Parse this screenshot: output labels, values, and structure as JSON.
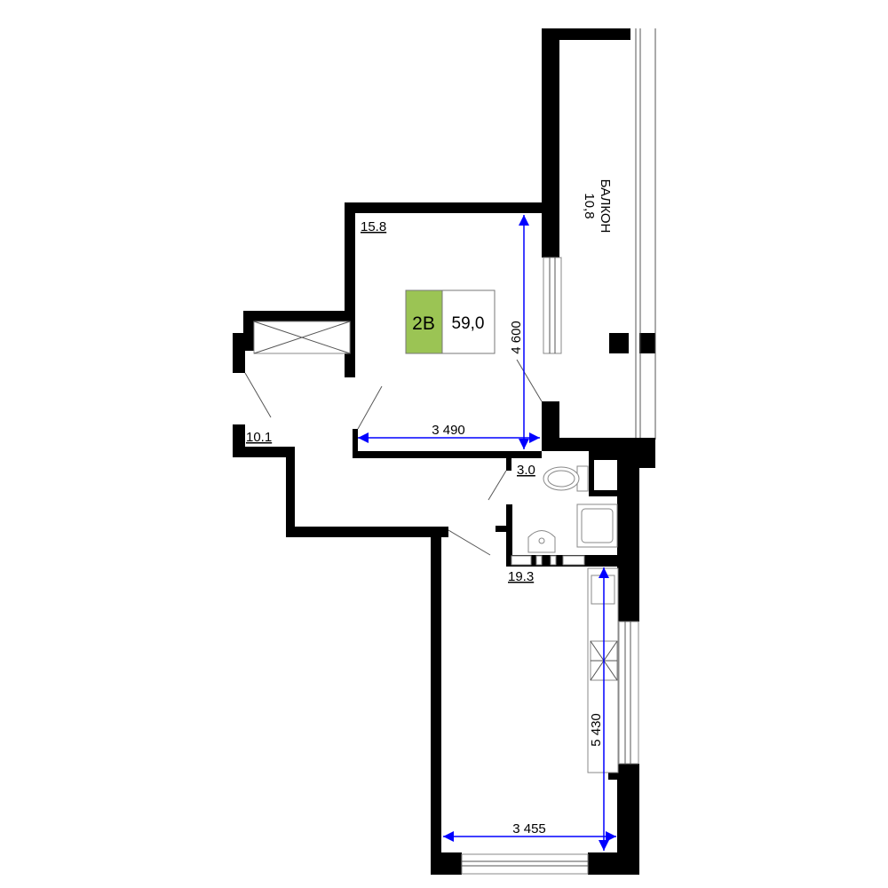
{
  "apartment": {
    "type_label": "2В",
    "total_area": "59,0",
    "badge_color": "#9bc454"
  },
  "rooms": {
    "living_room_area": "15.8",
    "hall_area": "10.1",
    "bathroom_area": "3.0",
    "kitchen_living_area": "19.3",
    "balcony_name": "БАЛКОН",
    "balcony_area": "10,8"
  },
  "dimensions": {
    "living_room_width": "3 490",
    "living_room_depth": "4 600",
    "kitchen_width": "3 455",
    "kitchen_depth": "5 430"
  },
  "colors": {
    "wall": "#000000",
    "dimension": "#0000ff"
  }
}
